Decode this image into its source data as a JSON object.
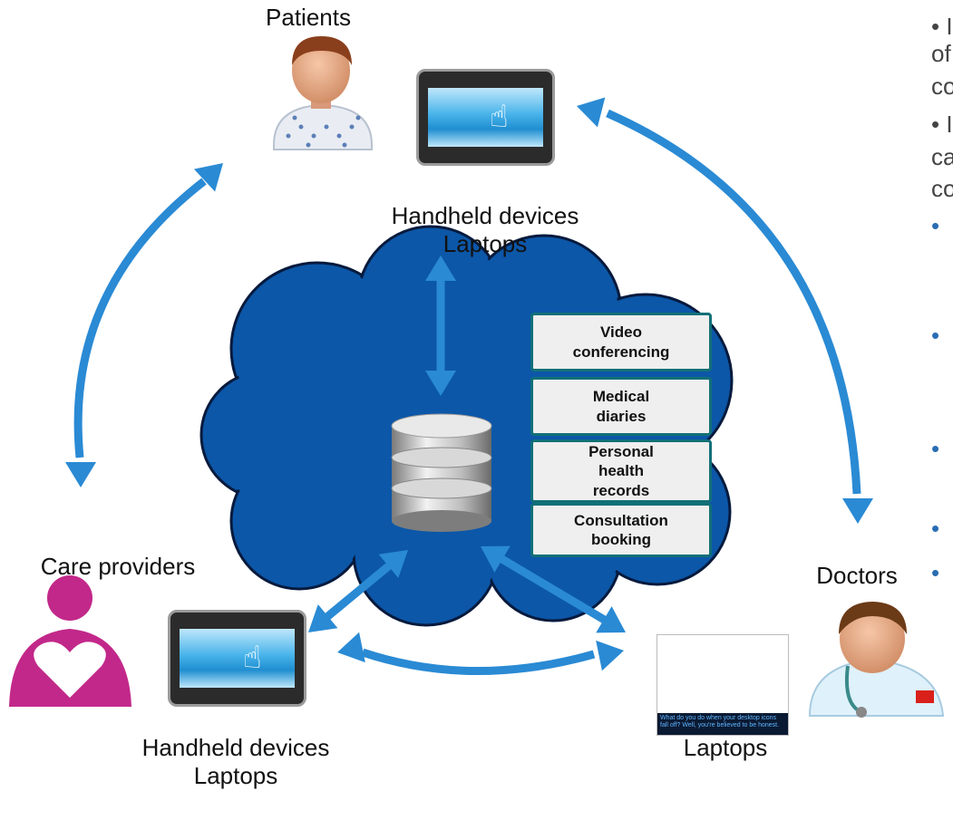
{
  "labels": {
    "patients": "Patients",
    "top_devices_line1": "Handheld devices",
    "top_devices_line2": "Laptops",
    "care_providers": "Care providers",
    "doctors": "Doctors",
    "bottom_devices_line1": "Handheld devices",
    "bottom_devices_line2": "Laptops",
    "laptops": "Laptops"
  },
  "features": [
    {
      "line1": "Video",
      "line2": "conferencing",
      "line3": ""
    },
    {
      "line1": "Medical",
      "line2": "diaries",
      "line3": ""
    },
    {
      "line1": "Personal",
      "line2": "health",
      "line3": "records"
    },
    {
      "line1": "Consultation",
      "line2": "booking",
      "line3": ""
    }
  ],
  "right_text_fragments": [
    "• I",
    "of",
    "co",
    "• I",
    "ca",
    "co",
    "•",
    "•",
    "•",
    "•",
    "•"
  ],
  "desktop_caption": "What do you do when your desktop icons fall off? Well, you're believed to be honest.",
  "colors": {
    "arrow": "#2a8ad4",
    "cloud": "#0c57a8",
    "cloud_outline": "#061a3d",
    "feature_border": "#127077",
    "care_provider": "#c2288a"
  }
}
